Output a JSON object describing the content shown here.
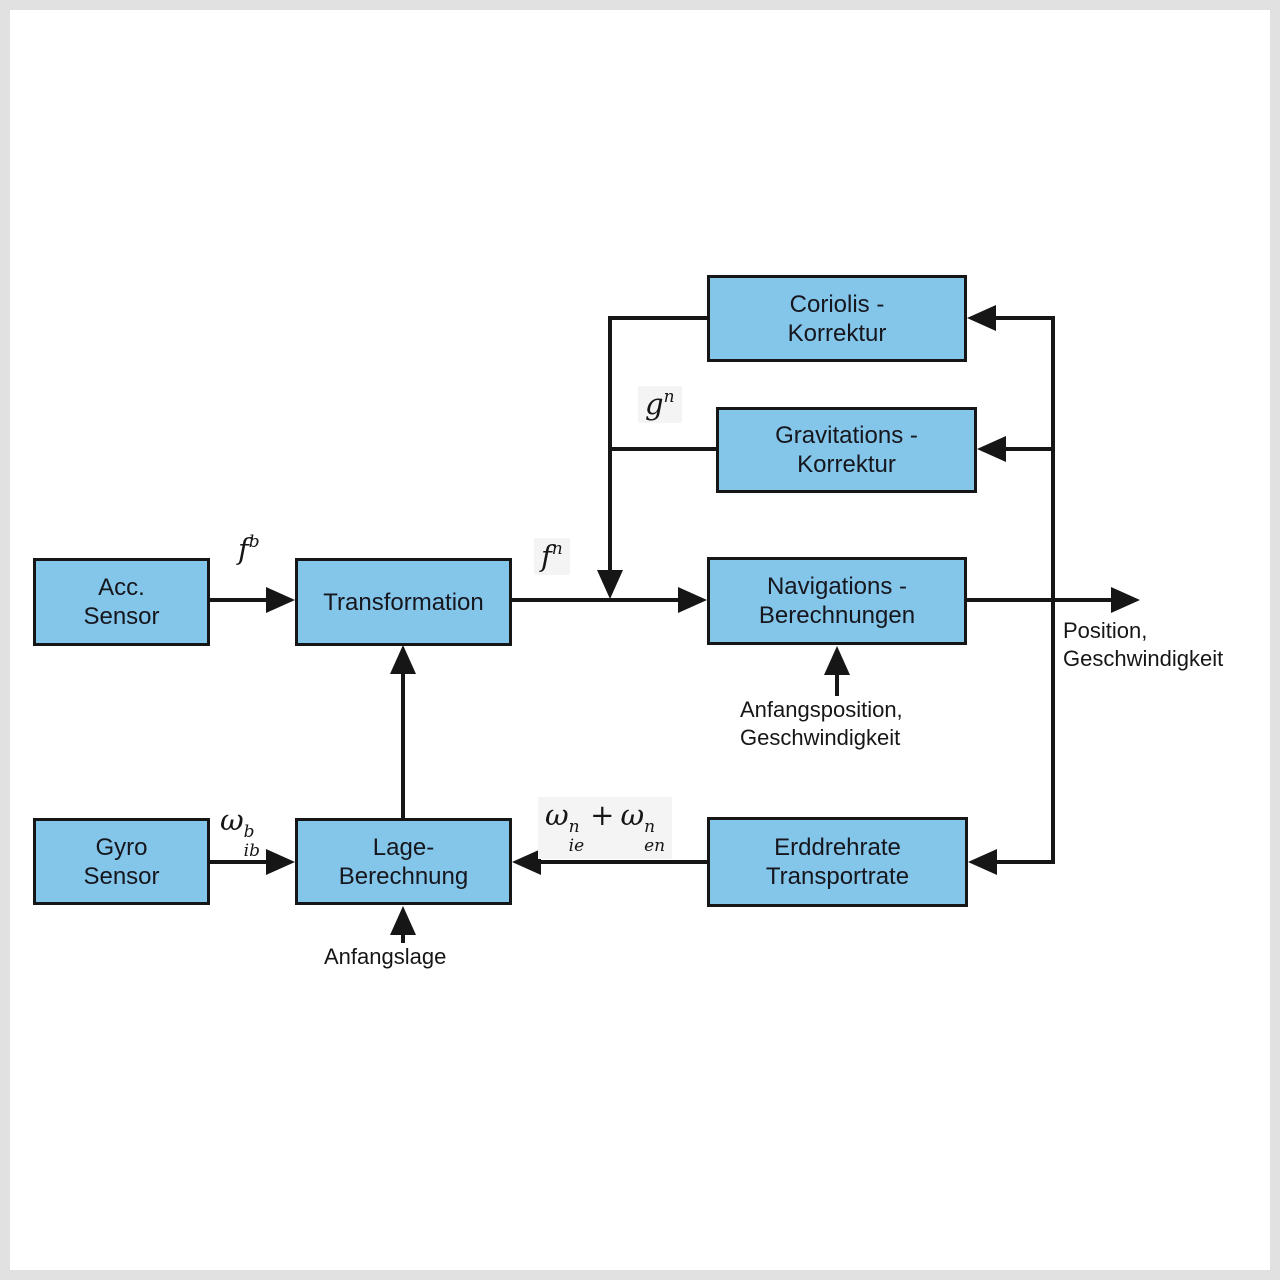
{
  "colors": {
    "box_fill": "#84c5ea",
    "box_border": "#161616",
    "line": "#161616",
    "frame_border": "#e1e1e1",
    "background": "#ffffff",
    "box_text": "#16161d"
  },
  "boxes": {
    "acc_sensor": {
      "line1": "Acc.",
      "line2": "Sensor"
    },
    "transformation": {
      "line1": "Transformation"
    },
    "coriolis": {
      "line1": "Coriolis -",
      "line2": "Korrektur"
    },
    "gravitation": {
      "line1": "Gravitations -",
      "line2": "Korrektur"
    },
    "navigation": {
      "line1": "Navigations -",
      "line2": "Berechnungen"
    },
    "gyro_sensor": {
      "line1": "Gyro",
      "line2": "Sensor"
    },
    "lage": {
      "line1": "Lage-",
      "line2": "Berechnung"
    },
    "erddrehrate": {
      "line1": "Erddrehrate",
      "line2": "Transportrate"
    }
  },
  "math_labels": {
    "f_b": {
      "base": "f",
      "sup": "b"
    },
    "f_n": {
      "base": "f",
      "sup": "n"
    },
    "g_n": {
      "base": "g",
      "sup": "n"
    },
    "omega_ib": {
      "base": "ω",
      "sup": "b",
      "sub": "ib"
    },
    "omega_ie": {
      "base": "ω",
      "sup": "n",
      "sub": "ie"
    },
    "plus": "+",
    "omega_en": {
      "base": "ω",
      "sup": "n",
      "sub": "en"
    }
  },
  "text_labels": {
    "output_line1": "Position,",
    "output_line2": "Geschwindigkeit",
    "nav_init_line1": "Anfangsposition,",
    "nav_init_line2": "Geschwindigkeit",
    "lage_init": "Anfangslage"
  }
}
